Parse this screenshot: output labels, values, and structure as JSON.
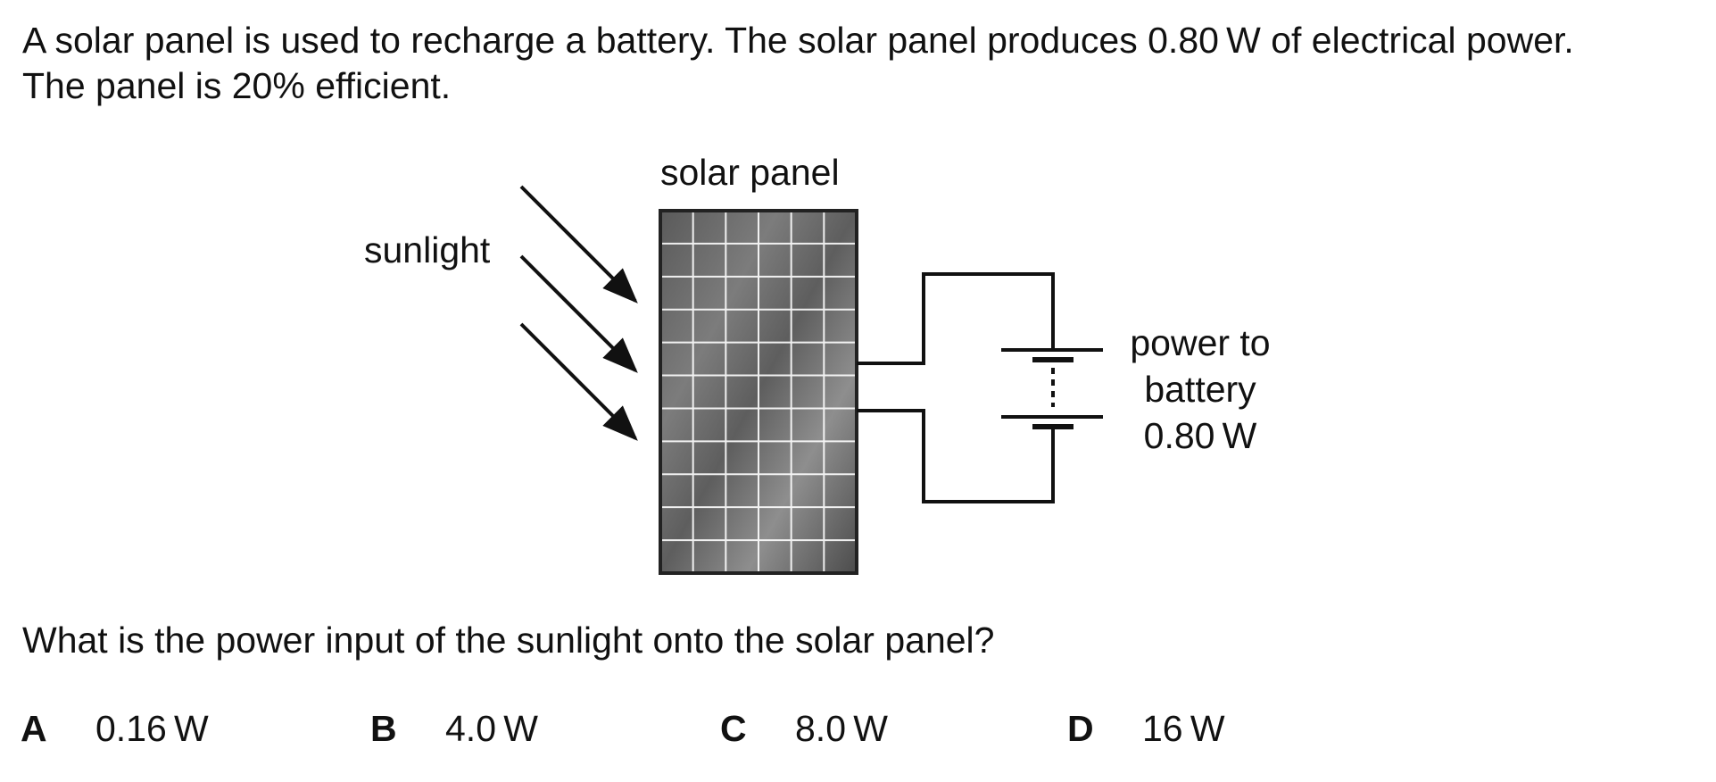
{
  "question": {
    "stem_lines": [
      "A solar panel is used to recharge a battery. The solar panel produces 0.80 W of electrical power.",
      "The panel is 20% efficient."
    ],
    "prompt": "What is the power input of the sunlight onto the solar panel?"
  },
  "diagram": {
    "panel_label": "solar panel",
    "sunlight_label": "sunlight",
    "power_lines": [
      "power to",
      "battery",
      "0.80 W"
    ]
  },
  "options": [
    {
      "letter": "A",
      "value": "0.16 W"
    },
    {
      "letter": "B",
      "value": "4.0 W"
    },
    {
      "letter": "C",
      "value": "8.0 W"
    },
    {
      "letter": "D",
      "value": "16 W"
    }
  ],
  "colors": {
    "ink": "#111111",
    "panel_light": "#9a9a9a",
    "panel_dark": "#4a4a4a",
    "grid": "#ffffff"
  }
}
